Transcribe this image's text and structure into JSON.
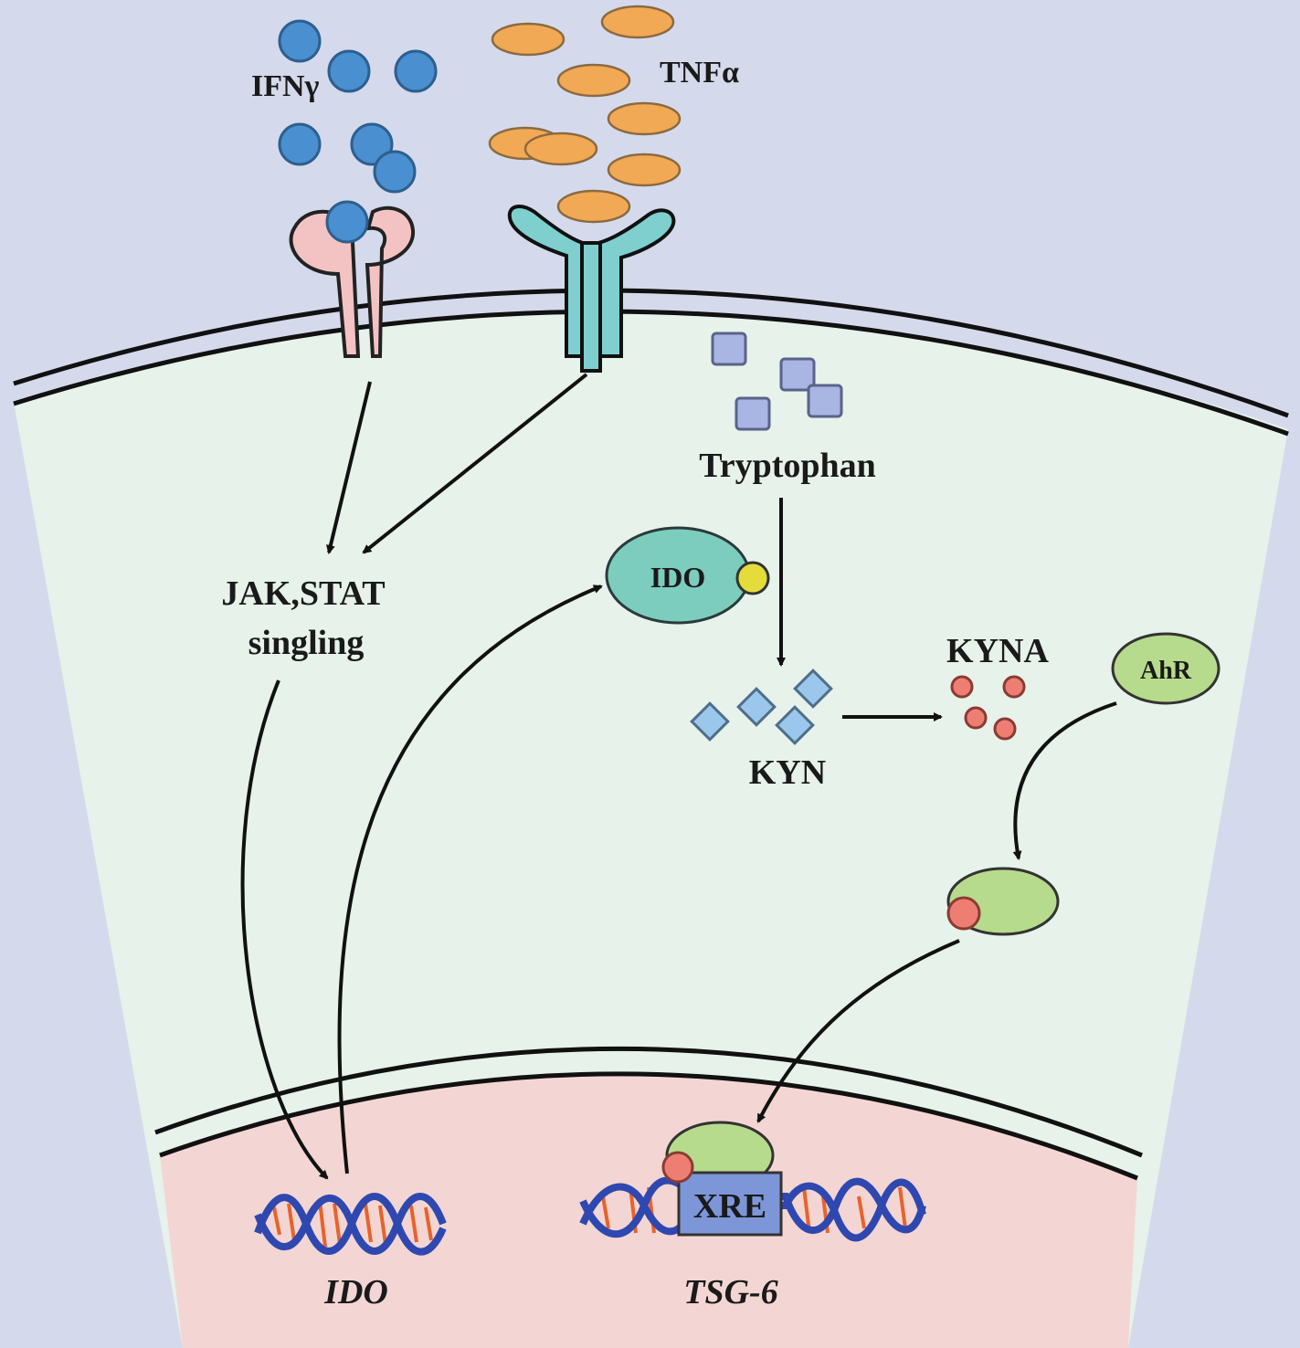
{
  "labels": {
    "ifng": "IFNγ",
    "tnfa": "TNFα",
    "tryptophan": "Tryptophan",
    "jak_stat_line1": "JAK,STAT",
    "jak_stat_line2": "singling",
    "ido_enzyme": "IDO",
    "kyna": "KYNA",
    "ahr": "AhR",
    "kyn": "KYN",
    "xre": "XRE",
    "ido_gene": "IDO",
    "tsg6_gene": "TSG-6"
  },
  "colors": {
    "background": "#d4daec",
    "cytoplasm": "#e6f2ea",
    "nucleus": "#f3d6d3",
    "ifng": "#4a8fcf",
    "tnfa": "#f2a955",
    "ifng_receptor": "#f3c3c3",
    "tnf_receptor": "#7fcfcf",
    "ido": "#7ccdbe",
    "ahr": "#b7db8c",
    "kyna": "#ee7e72",
    "tryptophan": "#a9b5e2",
    "kyn": "#9cc7ec",
    "xre": "#7c96d8"
  }
}
